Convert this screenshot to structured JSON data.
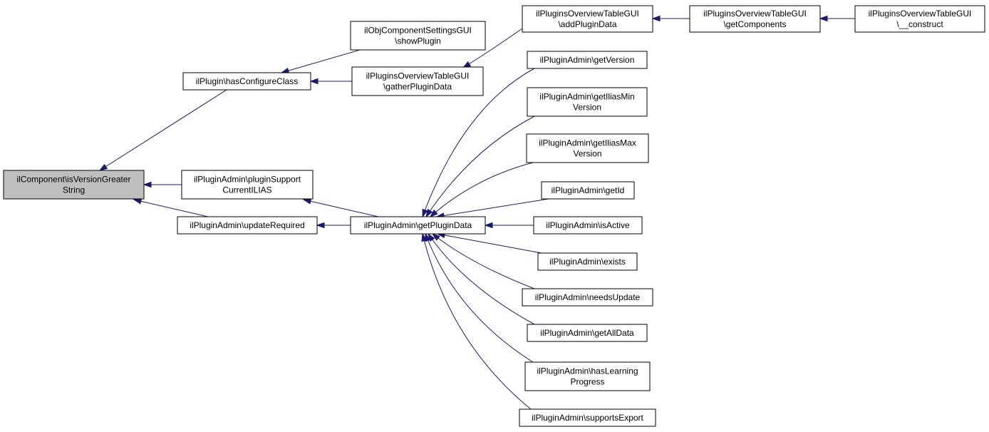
{
  "colors": {
    "edge": "#191970",
    "node_fill": "#ffffff",
    "root_fill": "#bfbfbf",
    "border": "#000000"
  },
  "nodes": [
    {
      "id": "root",
      "lines": [
        "ilComponent\\isVersionGreater",
        "String"
      ],
      "highlight": true
    },
    {
      "id": "hasConfigureClass",
      "lines": [
        "ilPlugin\\hasConfigureClass"
      ]
    },
    {
      "id": "pluginSupportCurrentILIAS",
      "lines": [
        "ilPluginAdmin\\pluginSupport",
        "CurrentILIAS"
      ]
    },
    {
      "id": "updateRequired",
      "lines": [
        "ilPluginAdmin\\updateRequired"
      ]
    },
    {
      "id": "showPlugin",
      "lines": [
        "ilObjComponentSettingsGUI",
        "\\showPlugin"
      ]
    },
    {
      "id": "gatherPluginData",
      "lines": [
        "ilPluginsOverviewTableGUI",
        "\\gatherPluginData"
      ]
    },
    {
      "id": "getPluginData",
      "lines": [
        "ilPluginAdmin\\getPluginData"
      ]
    },
    {
      "id": "addPluginData",
      "lines": [
        "ilPluginsOverviewTableGUI",
        "\\addPluginData"
      ]
    },
    {
      "id": "getComponents",
      "lines": [
        "ilPluginsOverviewTableGUI",
        "\\getComponents"
      ]
    },
    {
      "id": "construct",
      "lines": [
        "ilPluginsOverviewTableGUI",
        "\\__construct"
      ]
    },
    {
      "id": "getVersion",
      "lines": [
        "ilPluginAdmin\\getVersion"
      ]
    },
    {
      "id": "getIliasMinVersion",
      "lines": [
        "ilPluginAdmin\\getIliasMin",
        "Version"
      ]
    },
    {
      "id": "getIliasMaxVersion",
      "lines": [
        "ilPluginAdmin\\getIliasMax",
        "Version"
      ]
    },
    {
      "id": "getId",
      "lines": [
        "ilPluginAdmin\\getId"
      ]
    },
    {
      "id": "isActive",
      "lines": [
        "ilPluginAdmin\\isActive"
      ]
    },
    {
      "id": "exists",
      "lines": [
        "ilPluginAdmin\\exists"
      ]
    },
    {
      "id": "needsUpdate",
      "lines": [
        "ilPluginAdmin\\needsUpdate"
      ]
    },
    {
      "id": "getAllData",
      "lines": [
        "ilPluginAdmin\\getAllData"
      ]
    },
    {
      "id": "hasLearningProgress",
      "lines": [
        "ilPluginAdmin\\hasLearning",
        "Progress"
      ]
    },
    {
      "id": "supportsExport",
      "lines": [
        "ilPluginAdmin\\supportsExport"
      ]
    }
  ],
  "edges": [
    {
      "from": "hasConfigureClass",
      "to": "root"
    },
    {
      "from": "pluginSupportCurrentILIAS",
      "to": "root"
    },
    {
      "from": "updateRequired",
      "to": "root"
    },
    {
      "from": "showPlugin",
      "to": "hasConfigureClass"
    },
    {
      "from": "gatherPluginData",
      "to": "hasConfigureClass"
    },
    {
      "from": "getPluginData",
      "to": "pluginSupportCurrentILIAS"
    },
    {
      "from": "getPluginData",
      "to": "updateRequired"
    },
    {
      "from": "addPluginData",
      "to": "gatherPluginData"
    },
    {
      "from": "getComponents",
      "to": "addPluginData"
    },
    {
      "from": "construct",
      "to": "getComponents"
    },
    {
      "from": "getVersion",
      "to": "getPluginData"
    },
    {
      "from": "getIliasMinVersion",
      "to": "getPluginData"
    },
    {
      "from": "getIliasMaxVersion",
      "to": "getPluginData"
    },
    {
      "from": "getId",
      "to": "getPluginData"
    },
    {
      "from": "isActive",
      "to": "getPluginData"
    },
    {
      "from": "exists",
      "to": "getPluginData"
    },
    {
      "from": "needsUpdate",
      "to": "getPluginData"
    },
    {
      "from": "getAllData",
      "to": "getPluginData"
    },
    {
      "from": "hasLearningProgress",
      "to": "getPluginData"
    },
    {
      "from": "supportsExport",
      "to": "getPluginData"
    }
  ]
}
